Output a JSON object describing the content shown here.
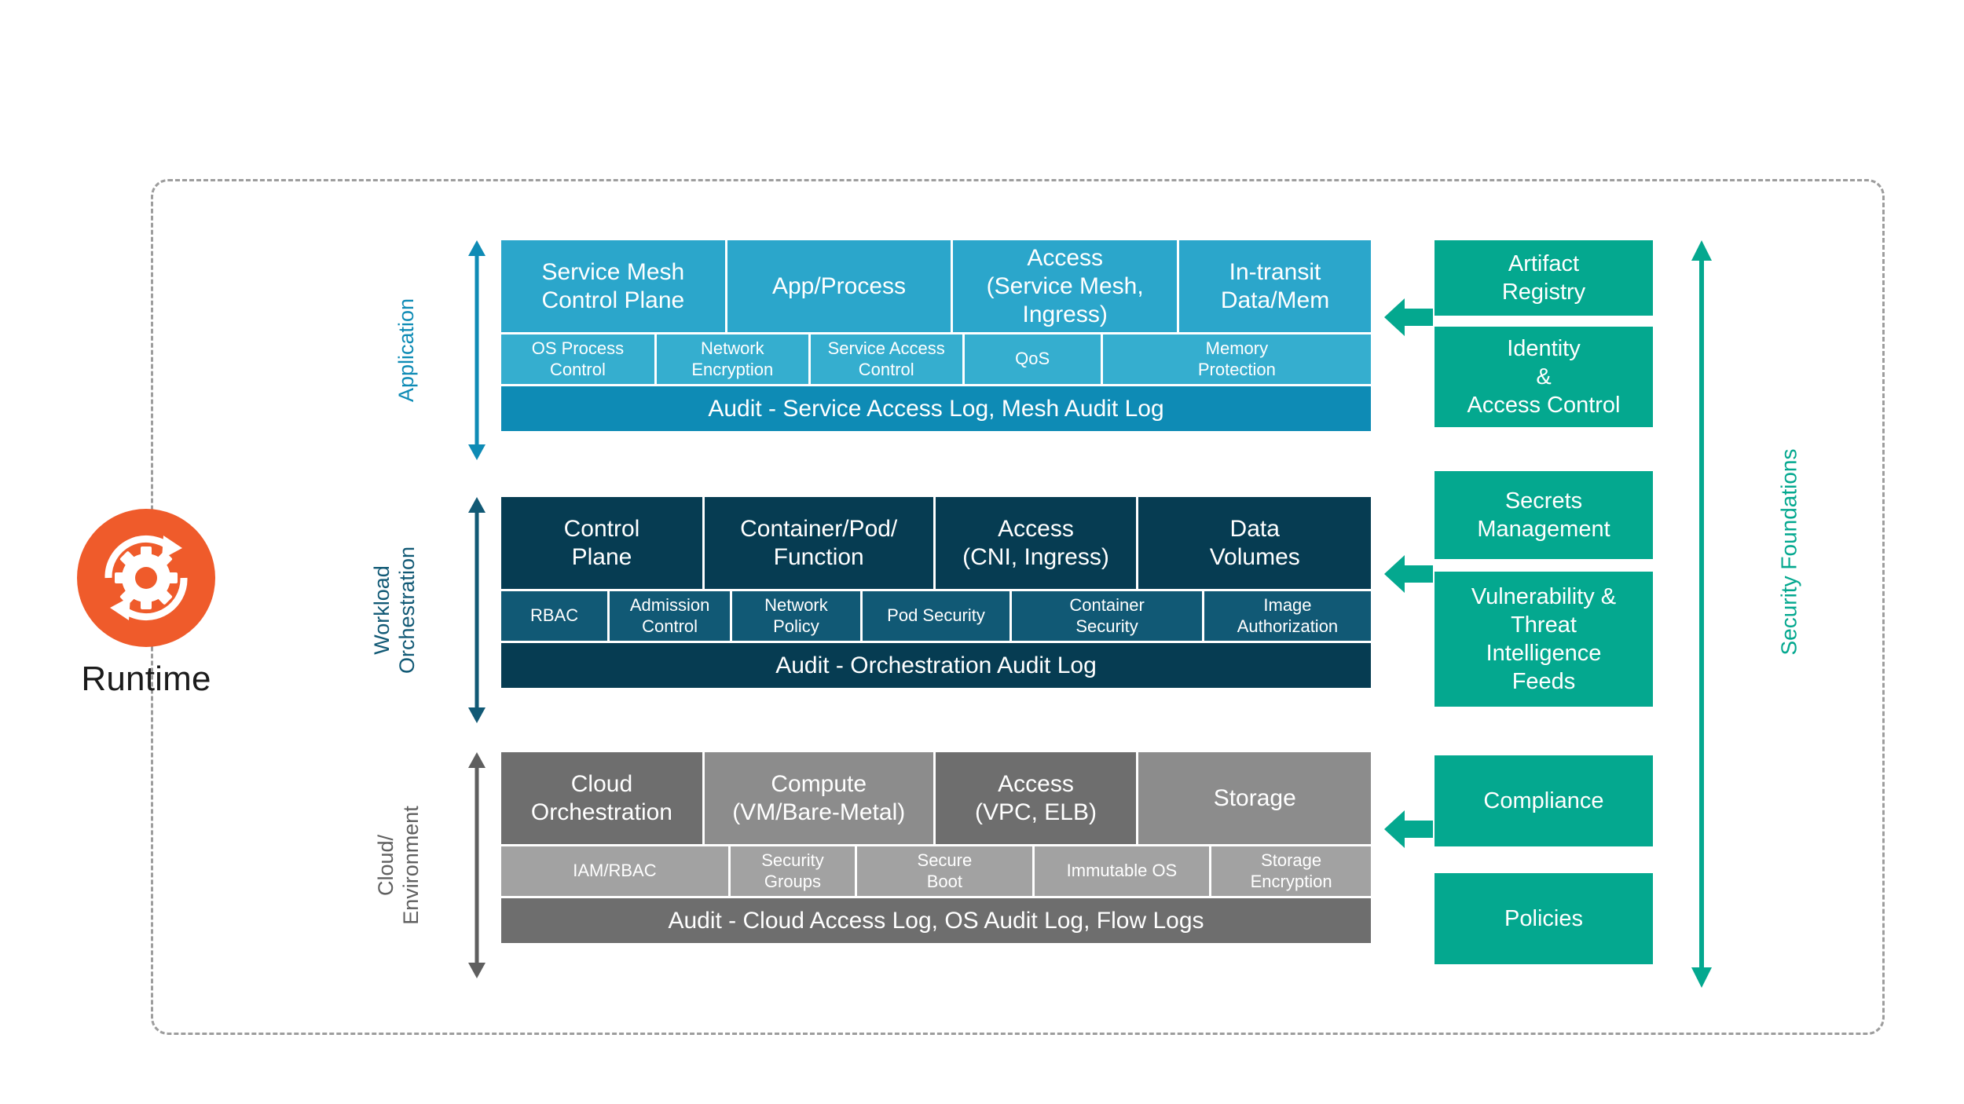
{
  "frame": {
    "style": "dashed-rounded-rectangle"
  },
  "runtime": {
    "label": "Runtime",
    "icon": "gear-refresh-icon",
    "icon_color": "#EF5B2B"
  },
  "axes": {
    "application": {
      "label": "Application",
      "color": "#0E8BB5"
    },
    "workload": {
      "label": "Workload\nOrchestration",
      "label_lines": [
        "Workload",
        "Orchestration"
      ],
      "color": "#115975"
    },
    "cloud": {
      "label": "Cloud/\nEnvironment",
      "label_lines": [
        "Cloud/",
        "Environment"
      ],
      "color": "#5F5F5F"
    },
    "security_foundations": {
      "label": "Security Foundations",
      "color": "#04A88F"
    }
  },
  "layers": [
    {
      "id": "application",
      "name": "Application",
      "color": "#2BA6CB",
      "sub_color": "#35AECF",
      "audit_color": "#0E8BB5",
      "main_cells": [
        {
          "label": "Service Mesh\nControl Plane",
          "lines": [
            "Service Mesh",
            "Control Plane"
          ],
          "flex": 287
        },
        {
          "label": "App/Process",
          "lines": [
            "App/Process"
          ],
          "flex": 287
        },
        {
          "label": "Access\n(Service Mesh,\nIngress)",
          "lines": [
            "Access",
            "(Service Mesh,",
            "Ingress)"
          ],
          "flex": 287
        },
        {
          "label": "In-transit\nData/Mem",
          "lines": [
            "In-transit",
            "Data/Mem"
          ],
          "flex": 246
        }
      ],
      "sub_cells": [
        {
          "label": "OS Process\nControl",
          "lines": [
            "OS Process",
            "Control"
          ],
          "flex": 197
        },
        {
          "label": "Network\nEncryption",
          "lines": [
            "Network",
            "Encryption"
          ],
          "flex": 195
        },
        {
          "label": "Service Access\nControl",
          "lines": [
            "Service Access",
            "Control"
          ],
          "flex": 195
        },
        {
          "label": "QoS",
          "lines": [
            "QoS"
          ],
          "flex": 175
        },
        {
          "label": "Memory\nProtection",
          "lines": [
            "Memory",
            "Protection"
          ],
          "flex": 345
        }
      ],
      "audit": "Audit - Service Access Log, Mesh Audit Log"
    },
    {
      "id": "workload",
      "name": "Workload Orchestration",
      "color": "#063C52",
      "sub_color": "#115975",
      "audit_color": "#063C52",
      "main_cells": [
        {
          "label": "Control\nPlane",
          "lines": [
            "Control",
            "Plane"
          ],
          "flex": 258
        },
        {
          "label": "Container/Pod/\nFunction",
          "lines": [
            "Container/Pod/",
            "Function"
          ],
          "flex": 293
        },
        {
          "label": "Access\n(CNI, Ingress)",
          "lines": [
            "Access",
            "(CNI, Ingress)"
          ],
          "flex": 258
        },
        {
          "label": "Data\nVolumes",
          "lines": [
            "Data",
            "Volumes"
          ],
          "flex": 298
        }
      ],
      "sub_cells": [
        {
          "label": "RBAC",
          "lines": [
            "RBAC"
          ],
          "flex": 137
        },
        {
          "label": "Admission\nControl",
          "lines": [
            "Admission",
            "Control"
          ],
          "flex": 155
        },
        {
          "label": "Network\nPolicy",
          "lines": [
            "Network",
            "Policy"
          ],
          "flex": 165
        },
        {
          "label": "Pod Security",
          "lines": [
            "Pod Security"
          ],
          "flex": 190
        },
        {
          "label": "Container\nSecurity",
          "lines": [
            "Container",
            "Security"
          ],
          "flex": 245
        },
        {
          "label": "Image\nAuthorization",
          "lines": [
            "Image",
            "Authorization"
          ],
          "flex": 215
        }
      ],
      "audit": "Audit - Orchestration Audit Log"
    },
    {
      "id": "cloud",
      "name": "Cloud/Environment",
      "color": "#6E6E6E",
      "sub_color": "#A2A2A2",
      "audit_color": "#6E6E6E",
      "main_cells": [
        {
          "label": "Cloud\nOrchestration",
          "lines": [
            "Cloud",
            "Orchestration"
          ],
          "flex": 258,
          "shade": "dark"
        },
        {
          "label": "Compute\n(VM/Bare-Metal)",
          "lines": [
            "Compute",
            "(VM/Bare-Metal)"
          ],
          "flex": 293,
          "shade": "light"
        },
        {
          "label": "Access\n(VPC, ELB)",
          "lines": [
            "Access",
            "(VPC, ELB)"
          ],
          "flex": 258,
          "shade": "dark"
        },
        {
          "label": "Storage",
          "lines": [
            "Storage"
          ],
          "flex": 298,
          "shade": "light"
        }
      ],
      "sub_cells": [
        {
          "label": "IAM/RBAC",
          "lines": [
            "IAM/RBAC"
          ],
          "flex": 292
        },
        {
          "label": "Security\nGroups",
          "lines": [
            "Security",
            "Groups"
          ],
          "flex": 160
        },
        {
          "label": "Secure\nBoot",
          "lines": [
            "Secure",
            "Boot"
          ],
          "flex": 225
        },
        {
          "label": "Immutable OS",
          "lines": [
            "Immutable OS"
          ],
          "flex": 225
        },
        {
          "label": "Storage\nEncryption",
          "lines": [
            "Storage",
            "Encryption"
          ],
          "flex": 205
        }
      ],
      "audit": "Audit - Cloud Access Log, OS Audit Log, Flow Logs"
    }
  ],
  "security_foundations": {
    "color": "#04A88F",
    "cards": [
      {
        "label": "Artifact\nRegistry",
        "lines": [
          "Artifact",
          "Registry"
        ]
      },
      {
        "label": "Identity\n&\nAccess Control",
        "lines": [
          "Identity",
          "&",
          "Access Control"
        ]
      },
      {
        "label": "Secrets\nManagement",
        "lines": [
          "Secrets",
          "Management"
        ]
      },
      {
        "label": "Vulnerability &\nThreat\nIntelligence\nFeeds",
        "lines": [
          "Vulnerability &",
          "Threat",
          "Intelligence",
          "Feeds"
        ]
      },
      {
        "label": "Compliance",
        "lines": [
          "Compliance"
        ]
      },
      {
        "label": "Policies",
        "lines": [
          "Policies"
        ]
      }
    ]
  },
  "inbound_arrows": [
    {
      "target": "application",
      "direction": "left",
      "color": "#04A88F"
    },
    {
      "target": "workload",
      "direction": "left",
      "color": "#04A88F"
    },
    {
      "target": "cloud",
      "direction": "left",
      "color": "#04A88F"
    }
  ]
}
